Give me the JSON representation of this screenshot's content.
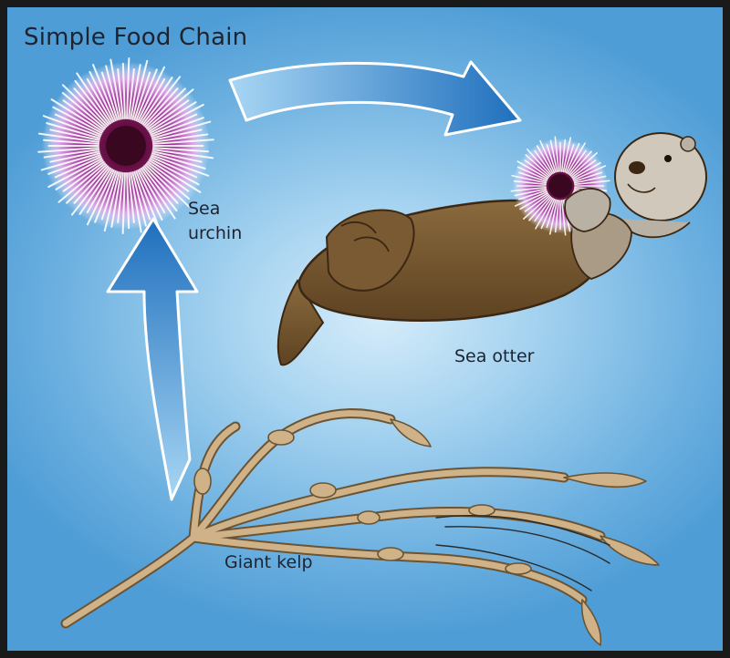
{
  "diagram": {
    "title": "Simple Food Chain",
    "nodes": {
      "urchin": {
        "line1": "Sea",
        "line2": "urchin"
      },
      "otter": {
        "label": "Sea otter"
      },
      "kelp": {
        "label": "Giant kelp"
      }
    },
    "edges": [
      {
        "from": "Giant kelp",
        "to": "Sea urchin"
      },
      {
        "from": "Sea urchin",
        "to": "Sea otter"
      }
    ],
    "colors": {
      "background_light": "#d6ecfa",
      "background_dark": "#4f9dd6",
      "arrow_dark": "#1f6fbd",
      "arrow_light": "#a8d6f4",
      "kelp": "#cfb287",
      "otter_fur": "#7a5a32",
      "otter_face": "#cfc8bb",
      "urchin_center": "#4a0a2a",
      "urchin_mid": "#9a2a8a",
      "urchin_spine": "#ffffff"
    }
  }
}
